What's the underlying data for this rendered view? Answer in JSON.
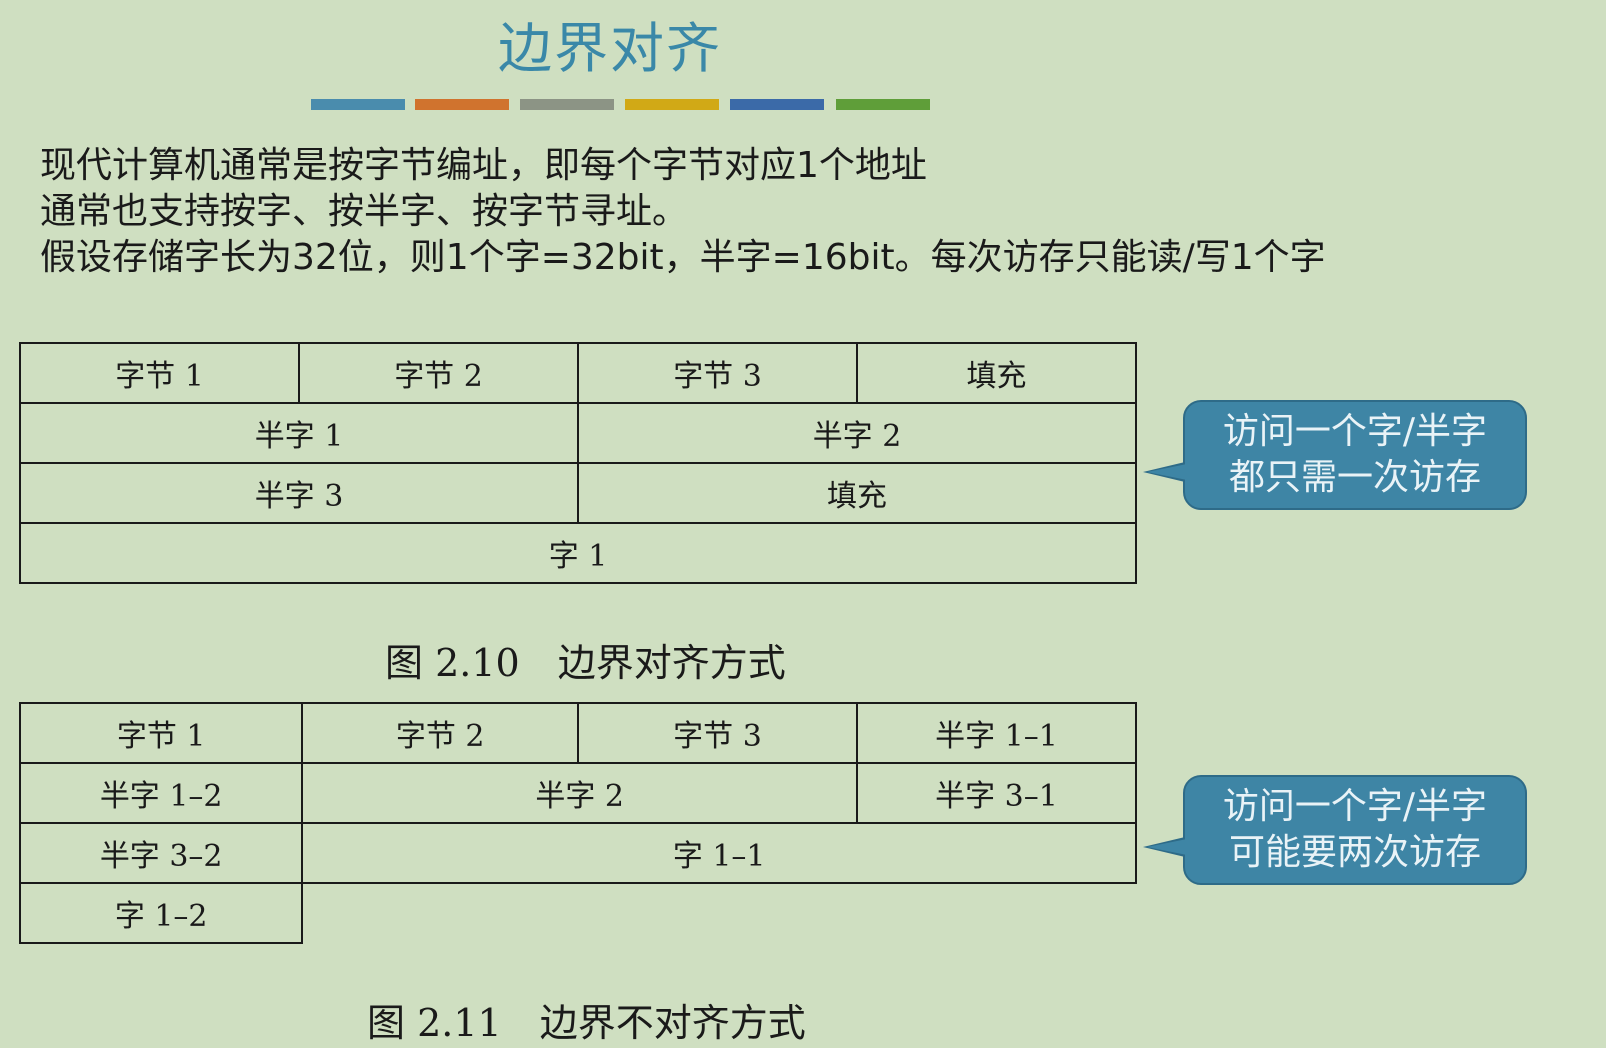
{
  "title": "边界对齐",
  "colors": {
    "background": "#cfdfc1",
    "title": "#3a88a8",
    "callout": "#3e85a5",
    "decor_bars": [
      "#4a8cad",
      "#d0732e",
      "#8c9485",
      "#d1a916",
      "#3b6aa8",
      "#5f9e39"
    ]
  },
  "intro": [
    "现代计算机通常是按字节编址，即每个字节对应1个地址",
    "通常也支持按字、按半字、按字节寻址。",
    "假设存储字长为32位，则1个字=32bit，半字=16bit。每次访存只能读/写1个字"
  ],
  "table1": {
    "rows": [
      [
        "字节 1",
        "字节 2",
        "字节 3",
        "填充"
      ],
      [
        "半字 1",
        "半字 2"
      ],
      [
        "半字 3",
        "填充"
      ],
      [
        "字 1"
      ]
    ]
  },
  "figure1_caption": "图 2.10　边界对齐方式",
  "callout1": [
    "访问一个字/半字",
    "都只需一次访存"
  ],
  "table2": {
    "rows": [
      [
        "字节 1",
        "字节 2",
        "字节 3",
        "半字 1–1"
      ],
      [
        "半字 1–2",
        "半字 2",
        "半字 3–1"
      ],
      [
        "半字 3–2",
        "字 1–1"
      ],
      [
        "字 1–2"
      ]
    ]
  },
  "figure2_caption": "图 2.11　边界不对齐方式",
  "callout2": [
    "访问一个字/半字",
    "可能要两次访存"
  ]
}
